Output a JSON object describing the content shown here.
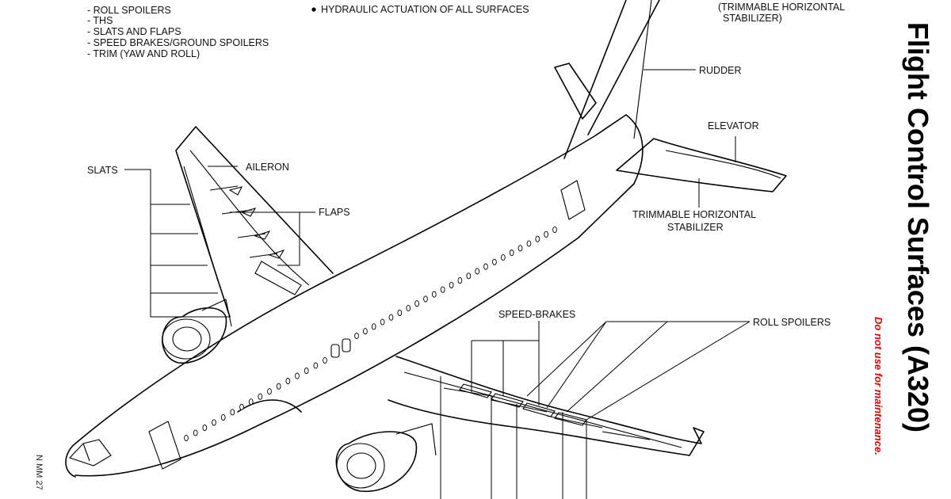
{
  "title": "Flight Control Surfaces (A320)",
  "warning": "Do not use for maintenance.",
  "reference": "N MM 27",
  "bullet_list": [
    "- ROLL SPOILERS",
    "- THS",
    "- SLATS AND FLAPS",
    "- SPEED BRAKES/GROUND SPOILERS",
    "- TRIM (YAW AND ROLL)"
  ],
  "hydraulic_note": "HYDRAULIC ACTUATION OF ALL SURFACES",
  "ths_note_line1": "(TRIMMABLE HORIZONTAL",
  "ths_note_line2": "STABILIZER)",
  "labels": {
    "rudder": "RUDDER",
    "elevator": "ELEVATOR",
    "ths_line1": "TRIMMABLE HORIZONTAL",
    "ths_line2": "STABILIZER",
    "slats": "SLATS",
    "aileron": "AILERON",
    "flaps": "FLAPS",
    "speed_brakes": "SPEED-BRAKES",
    "roll_spoilers": "ROLL SPOILERS"
  }
}
